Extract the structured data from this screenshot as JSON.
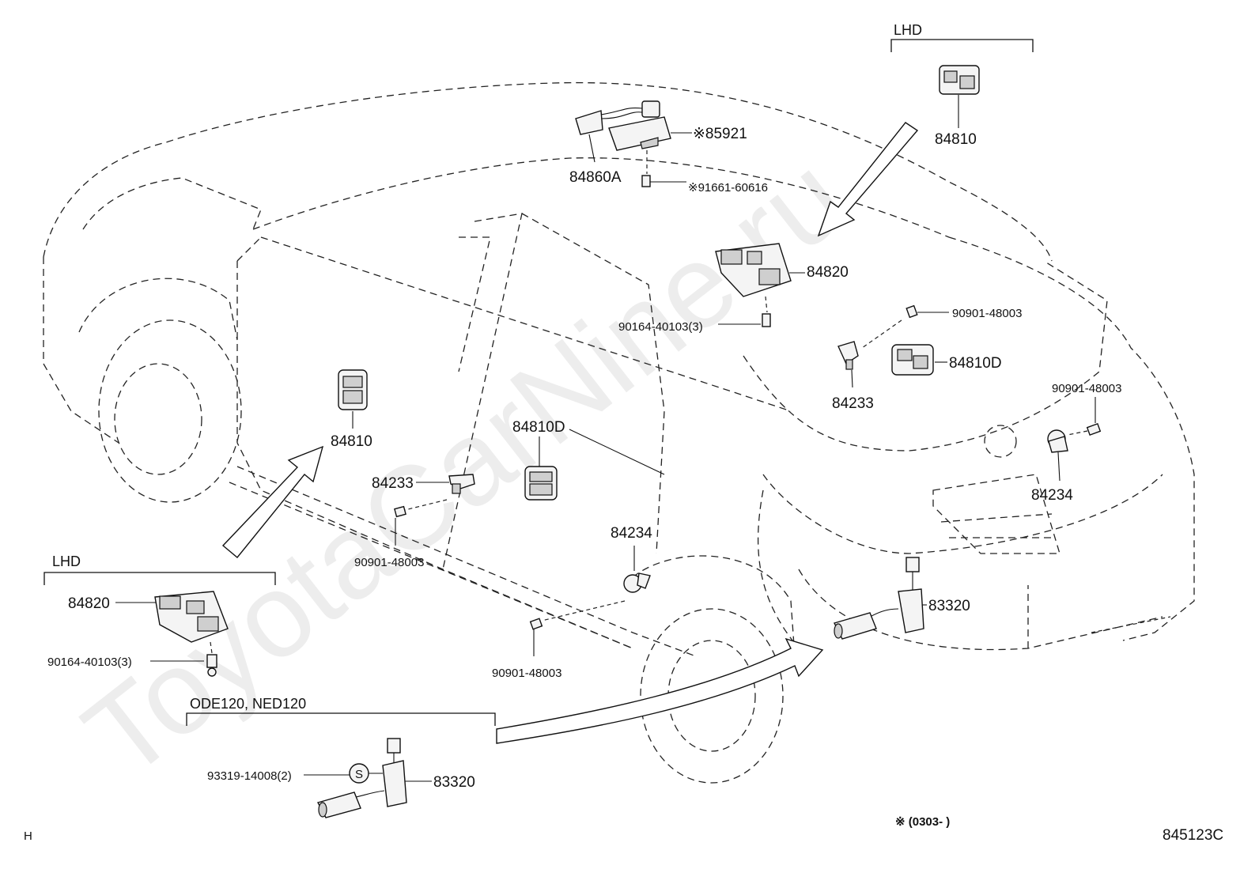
{
  "watermark": "ToyotaCarNine.ru",
  "groups": {
    "lhd_top": "LHD",
    "lhd_left": "LHD",
    "engine": "ODE120, NED120"
  },
  "labels": {
    "p84810_top": "84810",
    "p85921": "※85921",
    "p84860a": "84860A",
    "p91661": "※91661-60616",
    "p84820_top": "84820",
    "p90901_a": "90901-48003",
    "p90164_top": "90164-40103(3)",
    "p84810d_right": "84810D",
    "p84233_right": "84233",
    "p90901_b": "90901-48003",
    "p84234_right": "84234",
    "p84810_left": "84810",
    "p84810d_mid": "84810D",
    "p84233_left": "84233",
    "p90901_c": "90901-48003",
    "p84234_mid": "84234",
    "p90901_d": "90901-48003",
    "p83320_right": "83320",
    "p84820_left": "84820",
    "p90164_left": "90164-40103(3)",
    "p93319": "93319-14008(2)",
    "p83320_left": "83320",
    "s_mark": "S"
  },
  "footer": {
    "corner": "H",
    "note": "※ (0303-        )",
    "code": "845123C"
  }
}
